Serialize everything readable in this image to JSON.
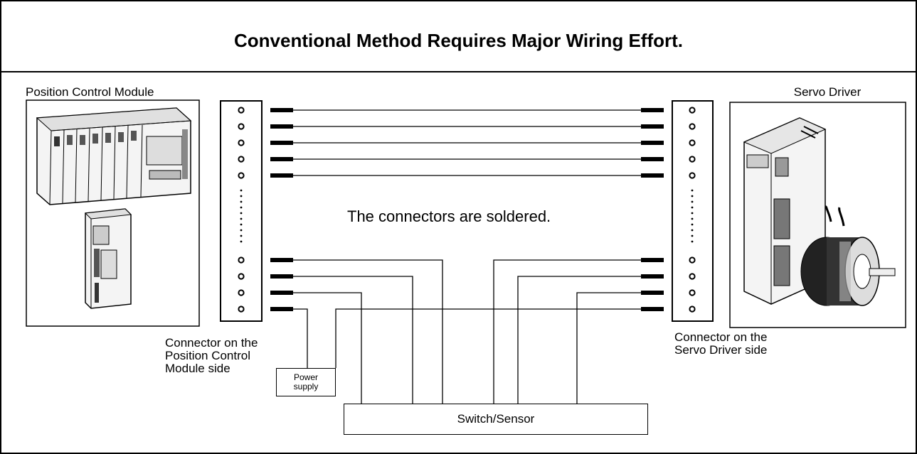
{
  "title": "Conventional Method Requires Major Wiring Effort.",
  "left_module": {
    "label": "Position Control Module"
  },
  "right_module": {
    "label": "Servo Driver"
  },
  "note": "The connectors are soldered.",
  "left_connector": {
    "label_lines": [
      "Connector on the",
      "Position Control",
      "Module side"
    ]
  },
  "right_connector": {
    "label_lines": [
      "Connector on the",
      "Servo Driver side"
    ]
  },
  "power_supply": {
    "label_lines": [
      "Power",
      "supply"
    ]
  },
  "switch_sensor": {
    "label": "Switch/Sensor"
  },
  "colors": {
    "line": "#000000",
    "background": "#ffffff"
  }
}
